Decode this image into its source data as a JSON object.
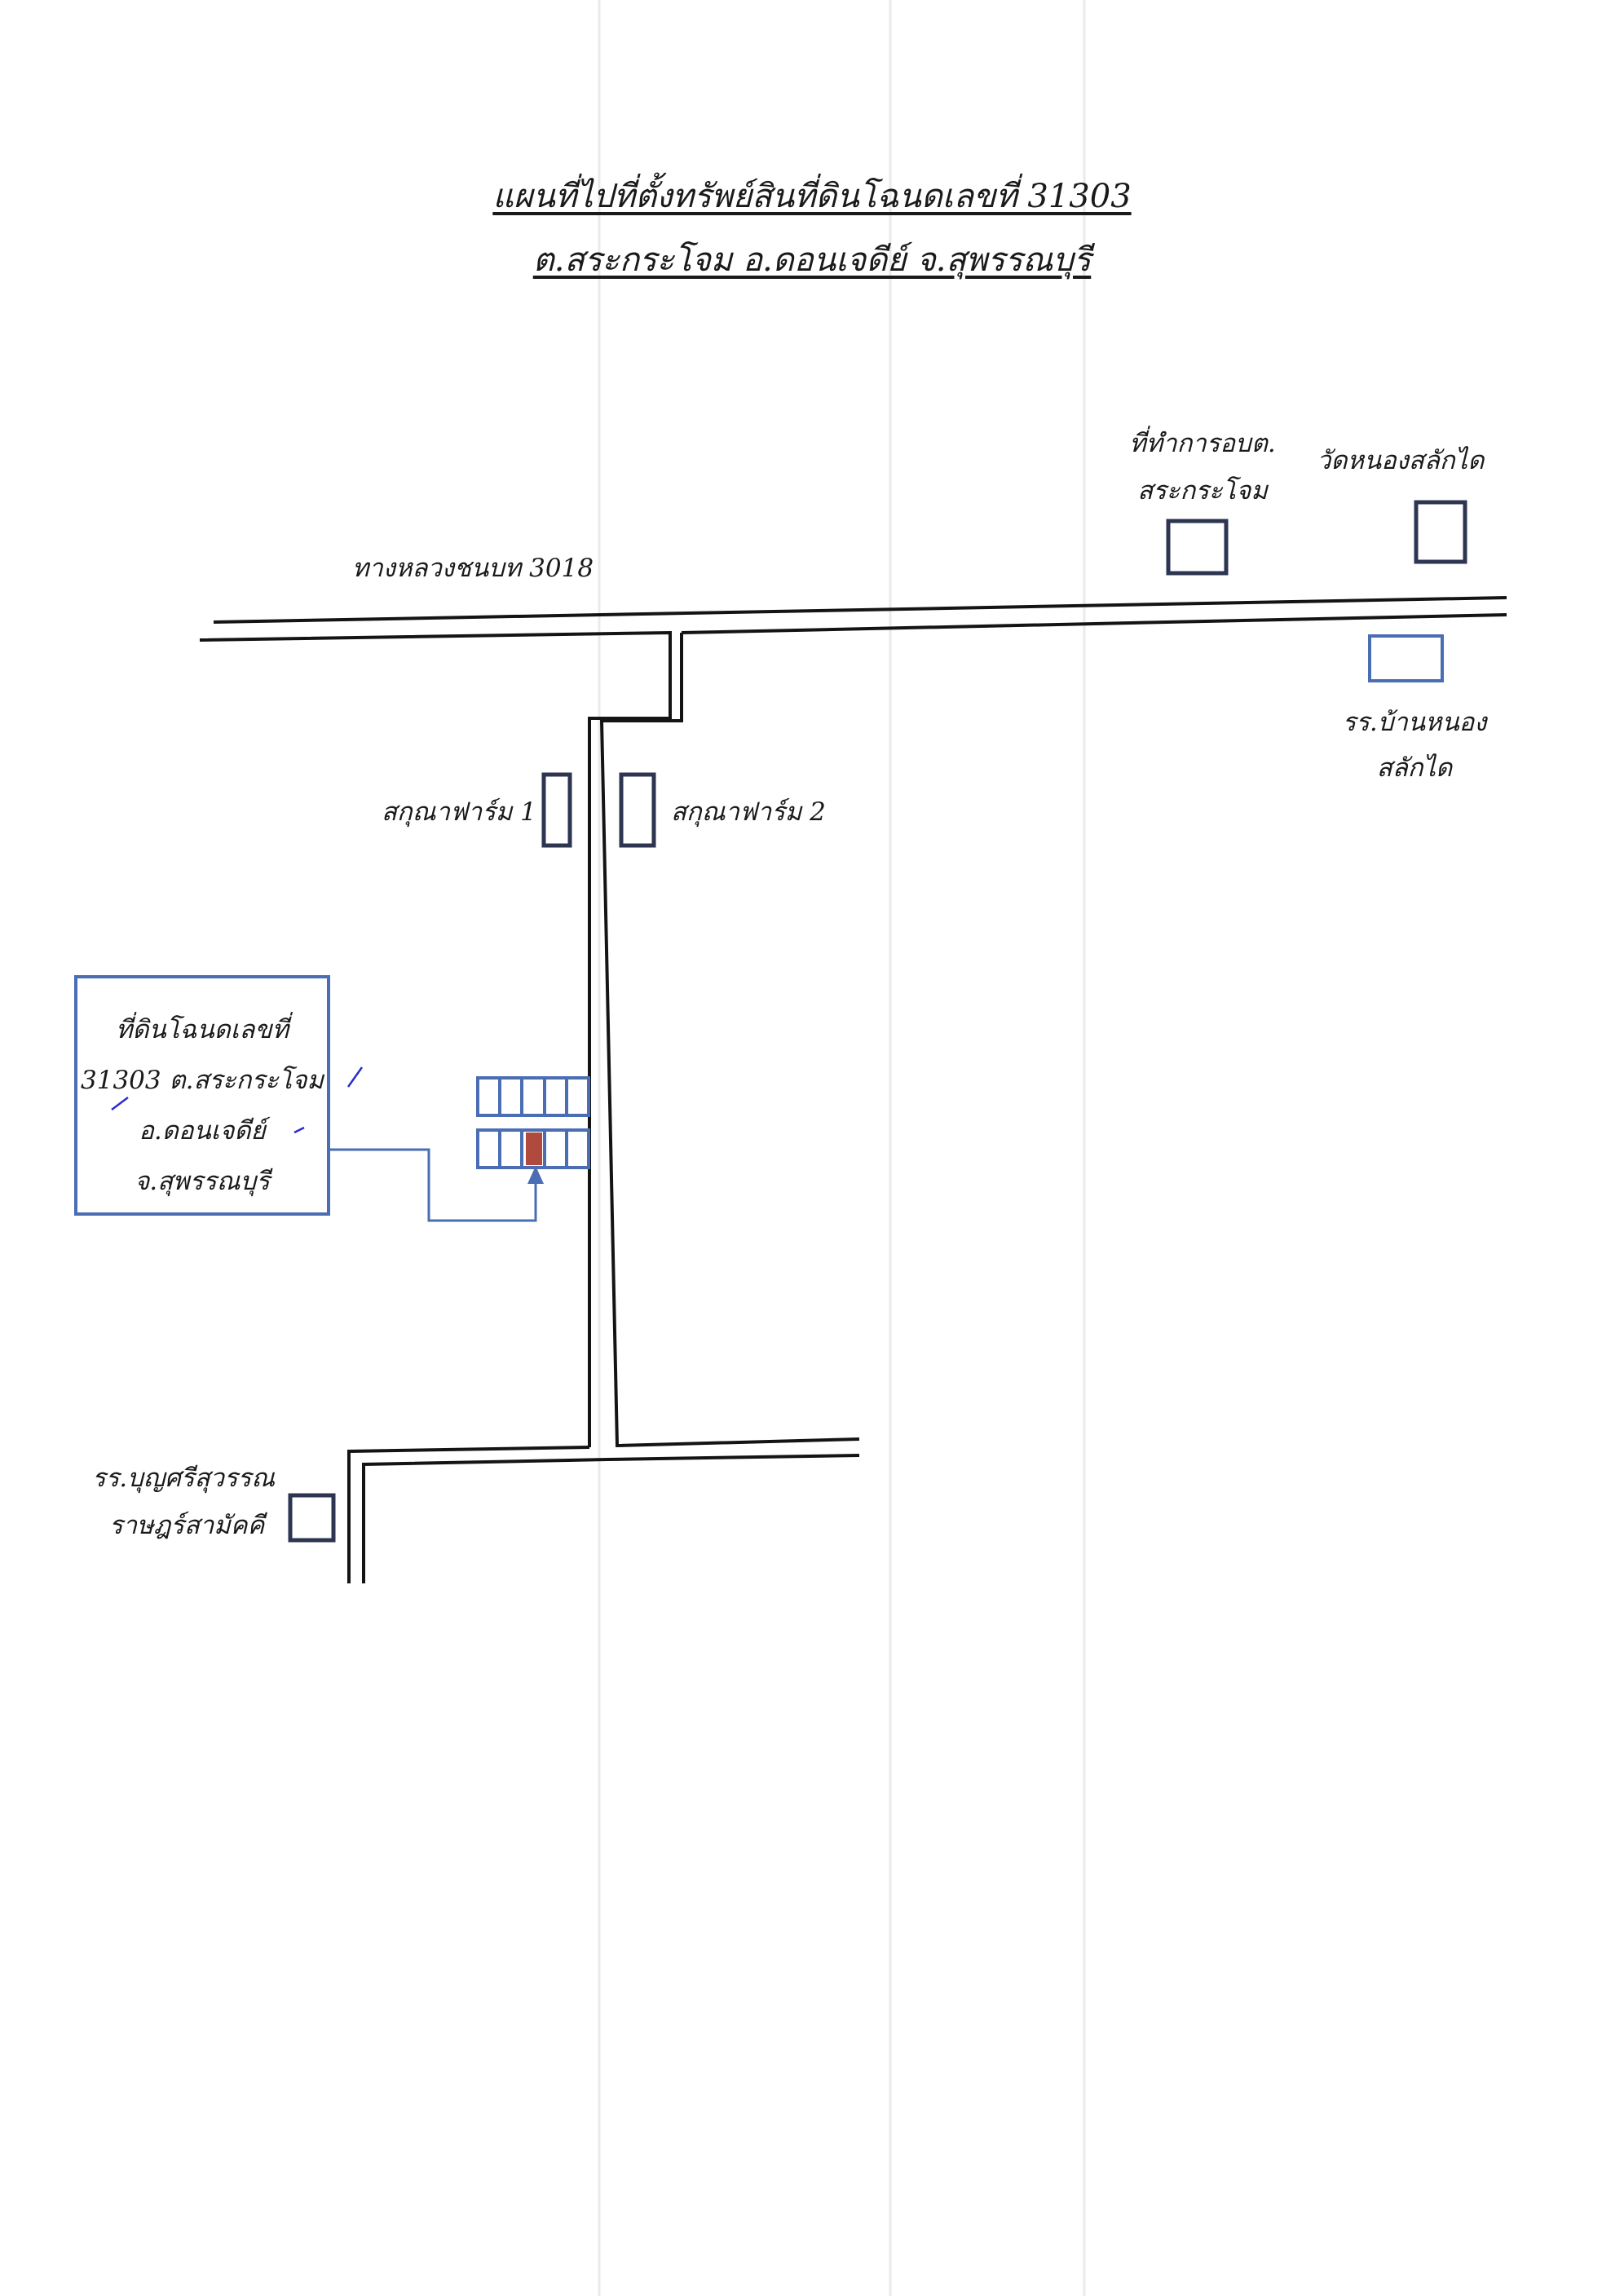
{
  "title": {
    "line1": "แผนที่ไปที่ตั้งทรัพย์สินที่ดินโฉนดเลขที่ 31303",
    "line2": "ต.สระกระโจม อ.ดอนเจดีย์ จ.สุพรรณบุรี"
  },
  "road": {
    "highway": "ทางหลวงชนบท 3018"
  },
  "landmarks": {
    "sao_office_line1": "ที่ทำการอบต.",
    "sao_office_line2": "สระกระโจม",
    "temple": "วัดหนองสลักได",
    "school_north_line1": "รร.บ้านหนอง",
    "school_north_line2": "สลักได",
    "farm1": "สกุณาฟาร์ม 1",
    "farm2": "สกุณาฟาร์ม 2",
    "school_south_line1": "รร.บุญศรีสุวรรณ",
    "school_south_line2": "ราษฎร์สามัคคี"
  },
  "property_box": {
    "line1": "ที่ดินโฉนดเลขที่",
    "line2": "31303 ต.สระกระโจม",
    "line3": "อ.ดอนเจดีย์",
    "line4": "จ.สุพรรณบุรี"
  },
  "colors": {
    "road": "#141414",
    "building": "#2d3550",
    "blue": "#4a6db3",
    "target_parcel": "#b04a3f",
    "pen_mark": "#2b2bd0"
  }
}
